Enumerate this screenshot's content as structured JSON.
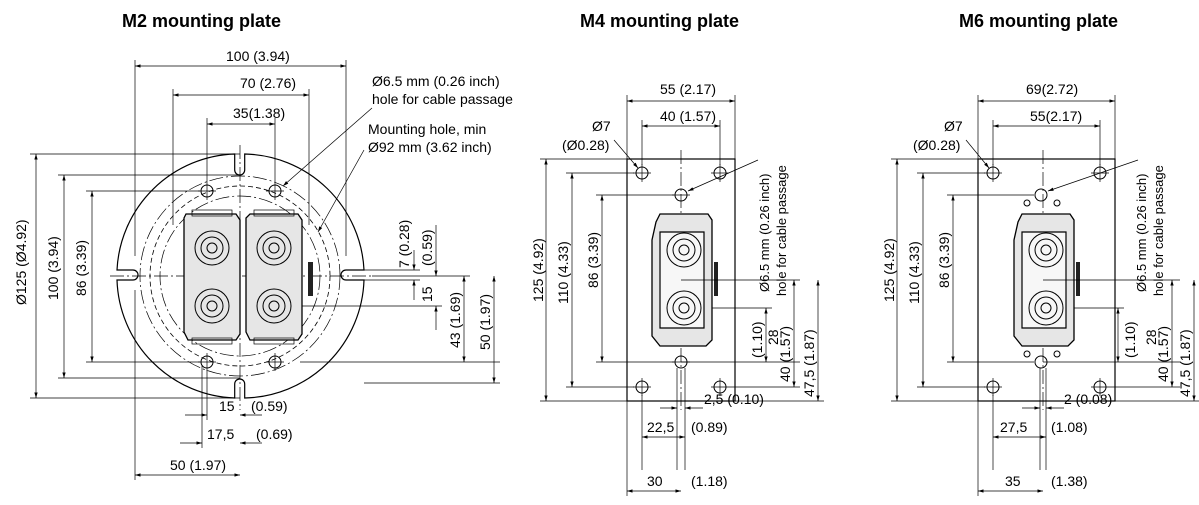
{
  "titles": {
    "m2": "M2 mounting plate",
    "m4": "M4 mounting plate",
    "m6": "M6 mounting plate"
  },
  "m2": {
    "dim_100": "100 (3.94)",
    "dim_70": "70 (2.76)",
    "dim_35": "35(1.38)",
    "note_cable_1": "Ø6.5 mm (0.26 inch)",
    "note_cable_2": "hole for cable passage",
    "note_mount_1": "Mounting hole, min",
    "note_mount_2": "Ø92 mm (3.62 inch)",
    "dim_d125": "Ø125 (Ø4.92)",
    "dim_v100": "100 (3.94)",
    "dim_v86": "86 (3.39)",
    "dim_7": "7 (0.28)",
    "dim_059_v": "(0.59)",
    "dim_15_v": "15",
    "dim_43": "43 (1.69)",
    "dim_50_v": "50 (1.97)",
    "dim_15_h": "15",
    "dim_059_h": "(0.59)",
    "dim_175": "17,5",
    "dim_069": "(0.69)",
    "dim_50_h": "50 (1.97)"
  },
  "m4": {
    "dim_55": "55 (2.17)",
    "dim_40": "40 (1.57)",
    "dim_d7": "Ø7",
    "dim_d028": "(Ø0.28)",
    "dim_125": "125 (4.92)",
    "dim_110": "110 (4.33)",
    "dim_86": "86 (3.39)",
    "note_cable_1": "Ø6.5 mm (0.26 inch)",
    "note_cable_2": "hole for cable passage",
    "dim_110_r": "(1.10)",
    "dim_28": "28",
    "dim_40_r": "40 (1.57)",
    "dim_475": "47,5 (1.87)",
    "dim_25": "2,5 (0.10)",
    "dim_225": "22,5",
    "dim_089": "(0.89)",
    "dim_30": "30",
    "dim_118": "(1.18)"
  },
  "m6": {
    "dim_69": "69(2.72)",
    "dim_55": "55(2.17)",
    "dim_d7": "Ø7",
    "dim_d028": "(Ø0.28)",
    "dim_125": "125 (4.92)",
    "dim_110": "110 (4.33)",
    "dim_86": "86 (3.39)",
    "note_cable_1": "Ø6.5 mm (0.26 inch)",
    "note_cable_2": "hole for cable passage",
    "dim_110_r": "(1.10)",
    "dim_28": "28",
    "dim_40_r": "40 (1.57)",
    "dim_475": "47,5 (1.87)",
    "dim_2": "2 (0.08)",
    "dim_275": "27,5",
    "dim_108": "(1.08)",
    "dim_35": "35",
    "dim_138": "(1.38)"
  },
  "icons": [
    "mounting-hole-icon",
    "cable-passage-hole-icon",
    "connector-icon"
  ]
}
